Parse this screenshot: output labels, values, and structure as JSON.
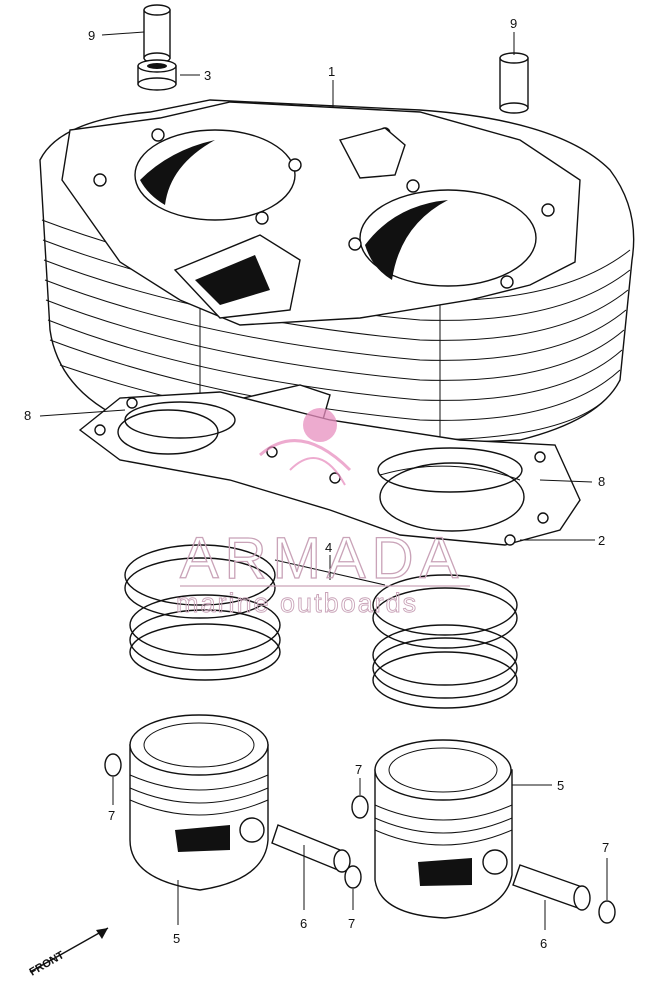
{
  "callouts": {
    "c1": "1",
    "c2": "2",
    "c3": "3",
    "c4": "4",
    "c5a": "5",
    "c5b": "5",
    "c6a": "6",
    "c6b": "6",
    "c7a": "7",
    "c7b": "7",
    "c7c": "7",
    "c7d": "7",
    "c8a": "8",
    "c8b": "8",
    "c9a": "9",
    "c9b": "9"
  },
  "front_label": "FRONT",
  "watermark": {
    "brand": "ARMADA",
    "tagline": "marine outboards",
    "color": "#c9a3b8",
    "accent": "#e88fc0"
  }
}
